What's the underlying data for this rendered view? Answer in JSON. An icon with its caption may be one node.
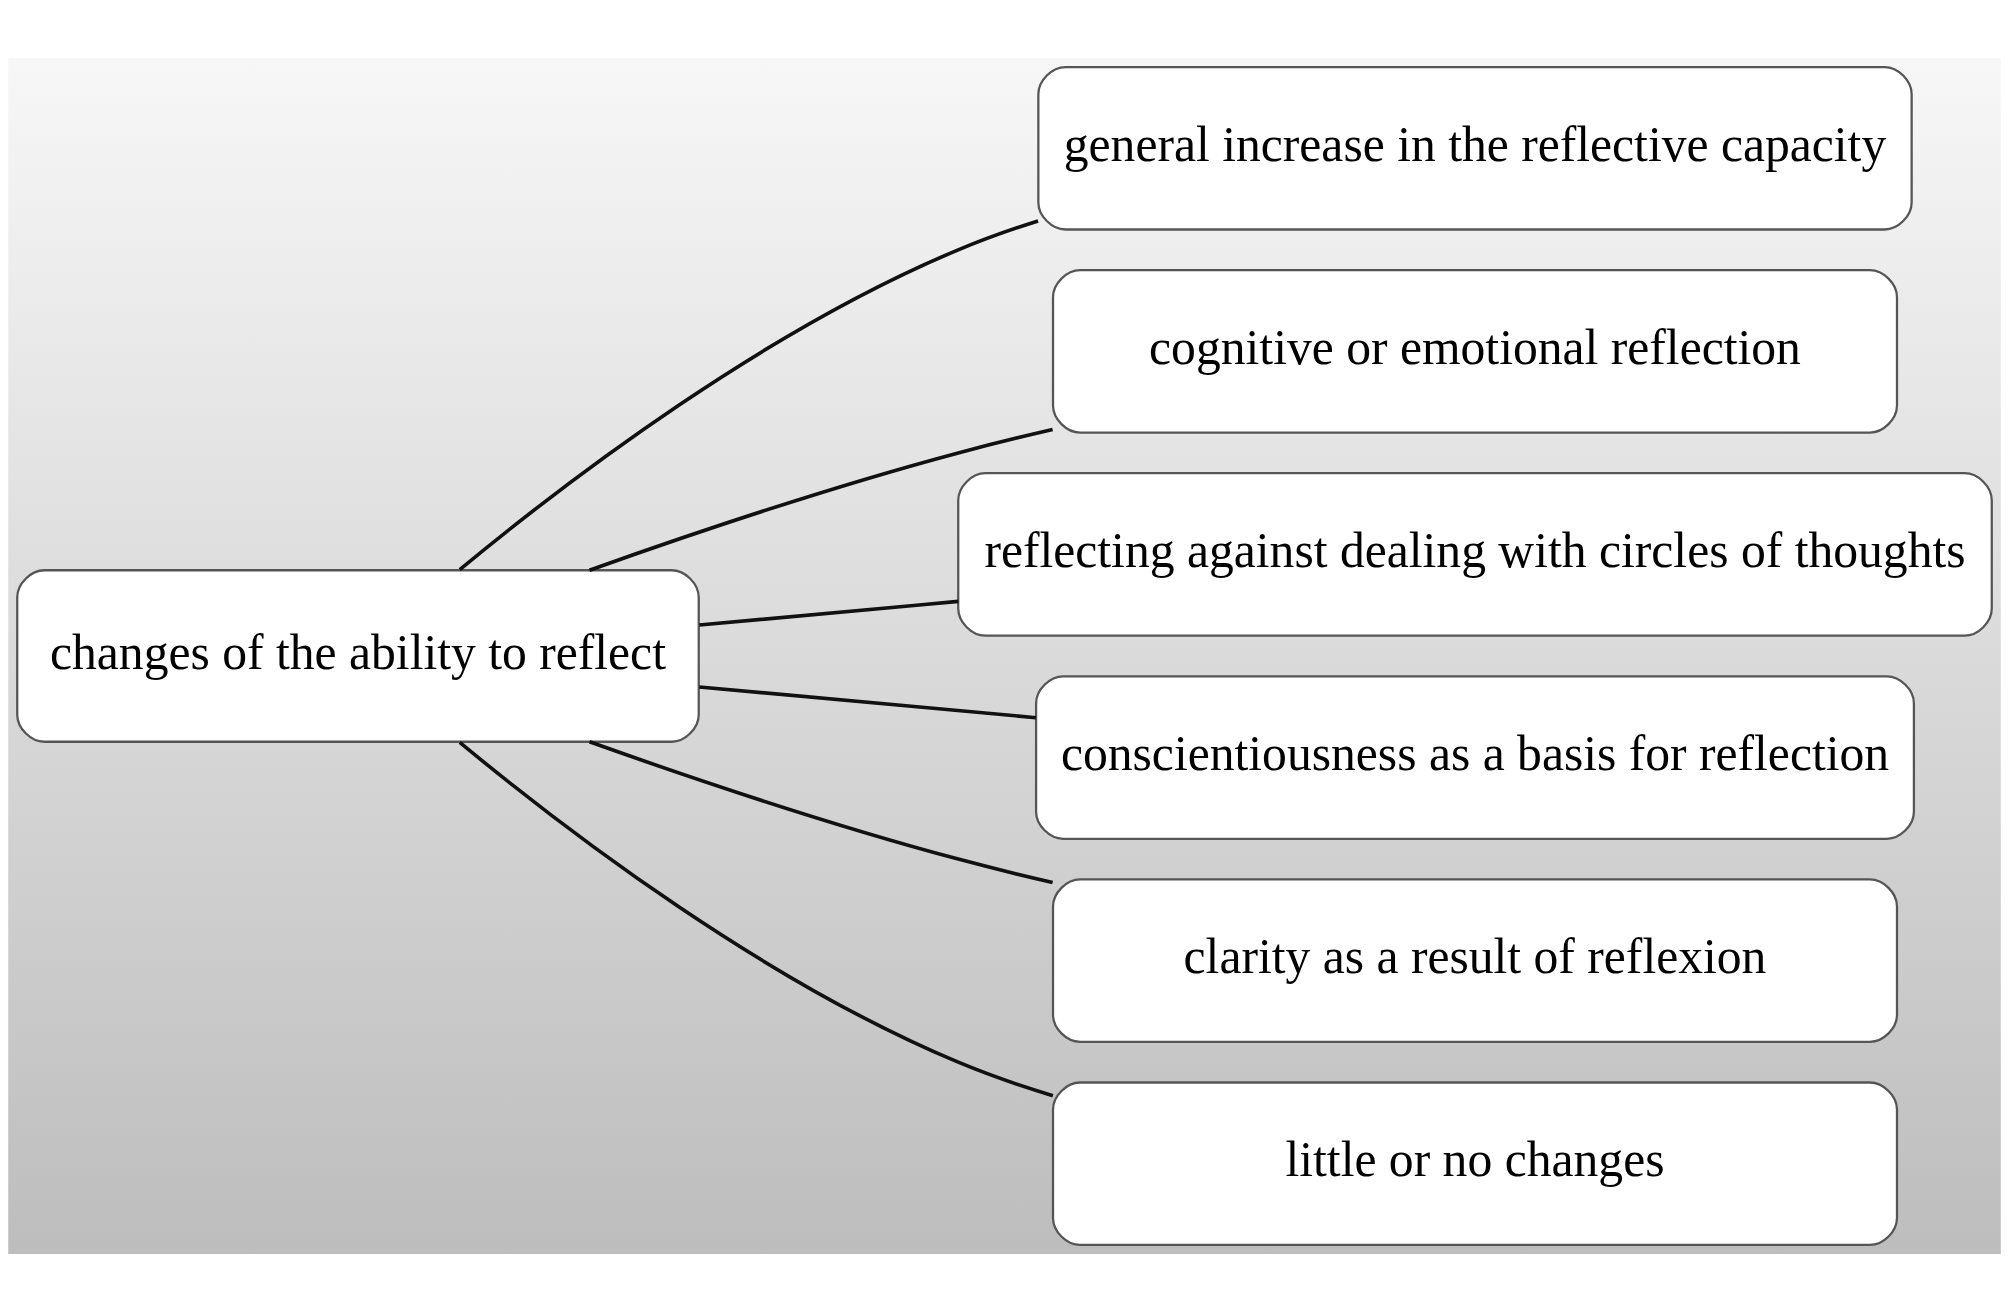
{
  "diagram": {
    "nodes": [
      {
        "text": [
          "changes of the ability to reflect"
        ]
      },
      {
        "text": [
          "general increase in the reflective capacity"
        ]
      },
      {
        "text": [
          "cognitive or emotional reflection"
        ]
      },
      {
        "text": [
          "reflecting against dealing with circles of thoughts"
        ]
      },
      {
        "text": [
          "conscientiousness as a basis for reflection"
        ]
      },
      {
        "text": [
          "clarity as a result of reflexion"
        ]
      },
      {
        "text": [
          "little or no changes"
        ]
      }
    ],
    "edges": [
      {
        "from": 0,
        "to": 1,
        "arrow": "none"
      },
      {
        "from": 0,
        "to": 2,
        "arrow": "none"
      },
      {
        "from": 0,
        "to": 3,
        "arrow": "none"
      },
      {
        "from": 0,
        "to": 4,
        "arrow": "none"
      },
      {
        "from": 0,
        "to": 5,
        "arrow": "none"
      },
      {
        "from": 0,
        "to": 6,
        "arrow": "none"
      }
    ]
  }
}
